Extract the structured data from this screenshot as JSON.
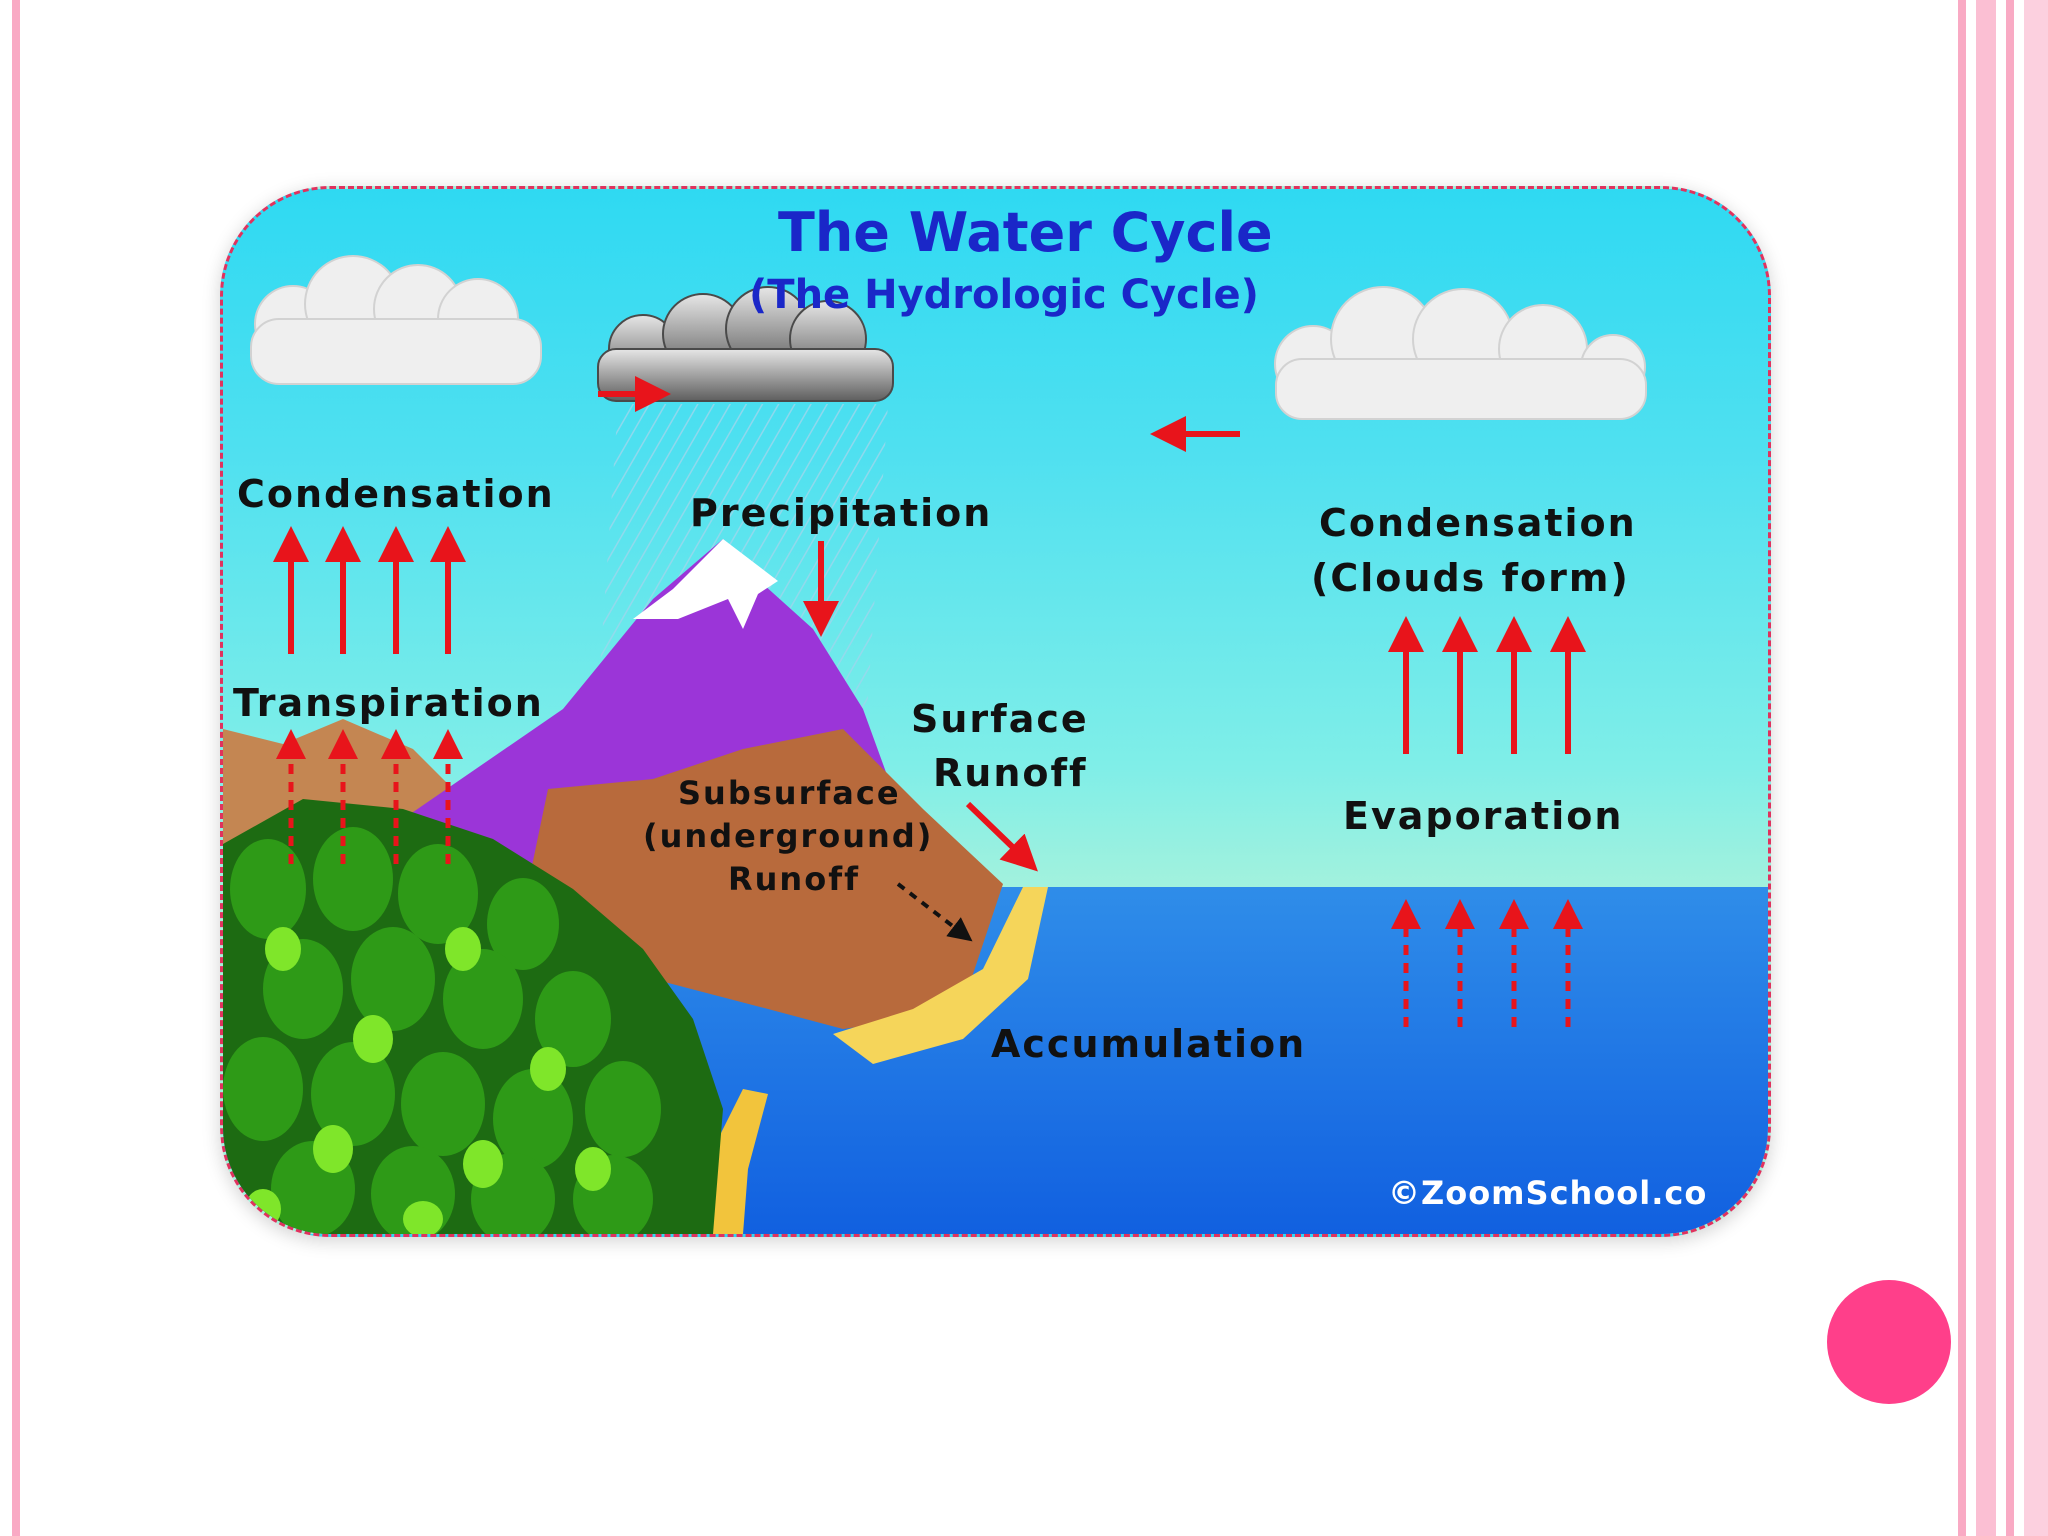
{
  "diagram": {
    "title": "The Water Cycle",
    "subtitle": "(The Hydrologic Cycle)",
    "labels": {
      "condensation_left": "Condensation",
      "transpiration": "Transpiration",
      "precipitation": "Precipitation",
      "condensation_right_line1": "Condensation",
      "condensation_right_line2": "(Clouds form)",
      "evaporation": "Evaporation",
      "surface_runoff_line1": "Surface",
      "surface_runoff_line2": "Runoff",
      "subsurface_line1": "Subsurface",
      "subsurface_line2": "(underground)",
      "subsurface_line3": "Runoff",
      "accumulation": "Accumulation",
      "credit": "©ZoomSchool.co"
    }
  },
  "colors": {
    "slide_accent": "#ff3f8a",
    "stripe_pink": "#f9aac4",
    "title_blue": "#1a27c8",
    "arrow_red": "#e8141b",
    "ocean_blue": "#1173e6",
    "mountain_purple": "#9b35d8",
    "ground_brown": "#b86a3c",
    "tree_green": "#2e9a17"
  }
}
